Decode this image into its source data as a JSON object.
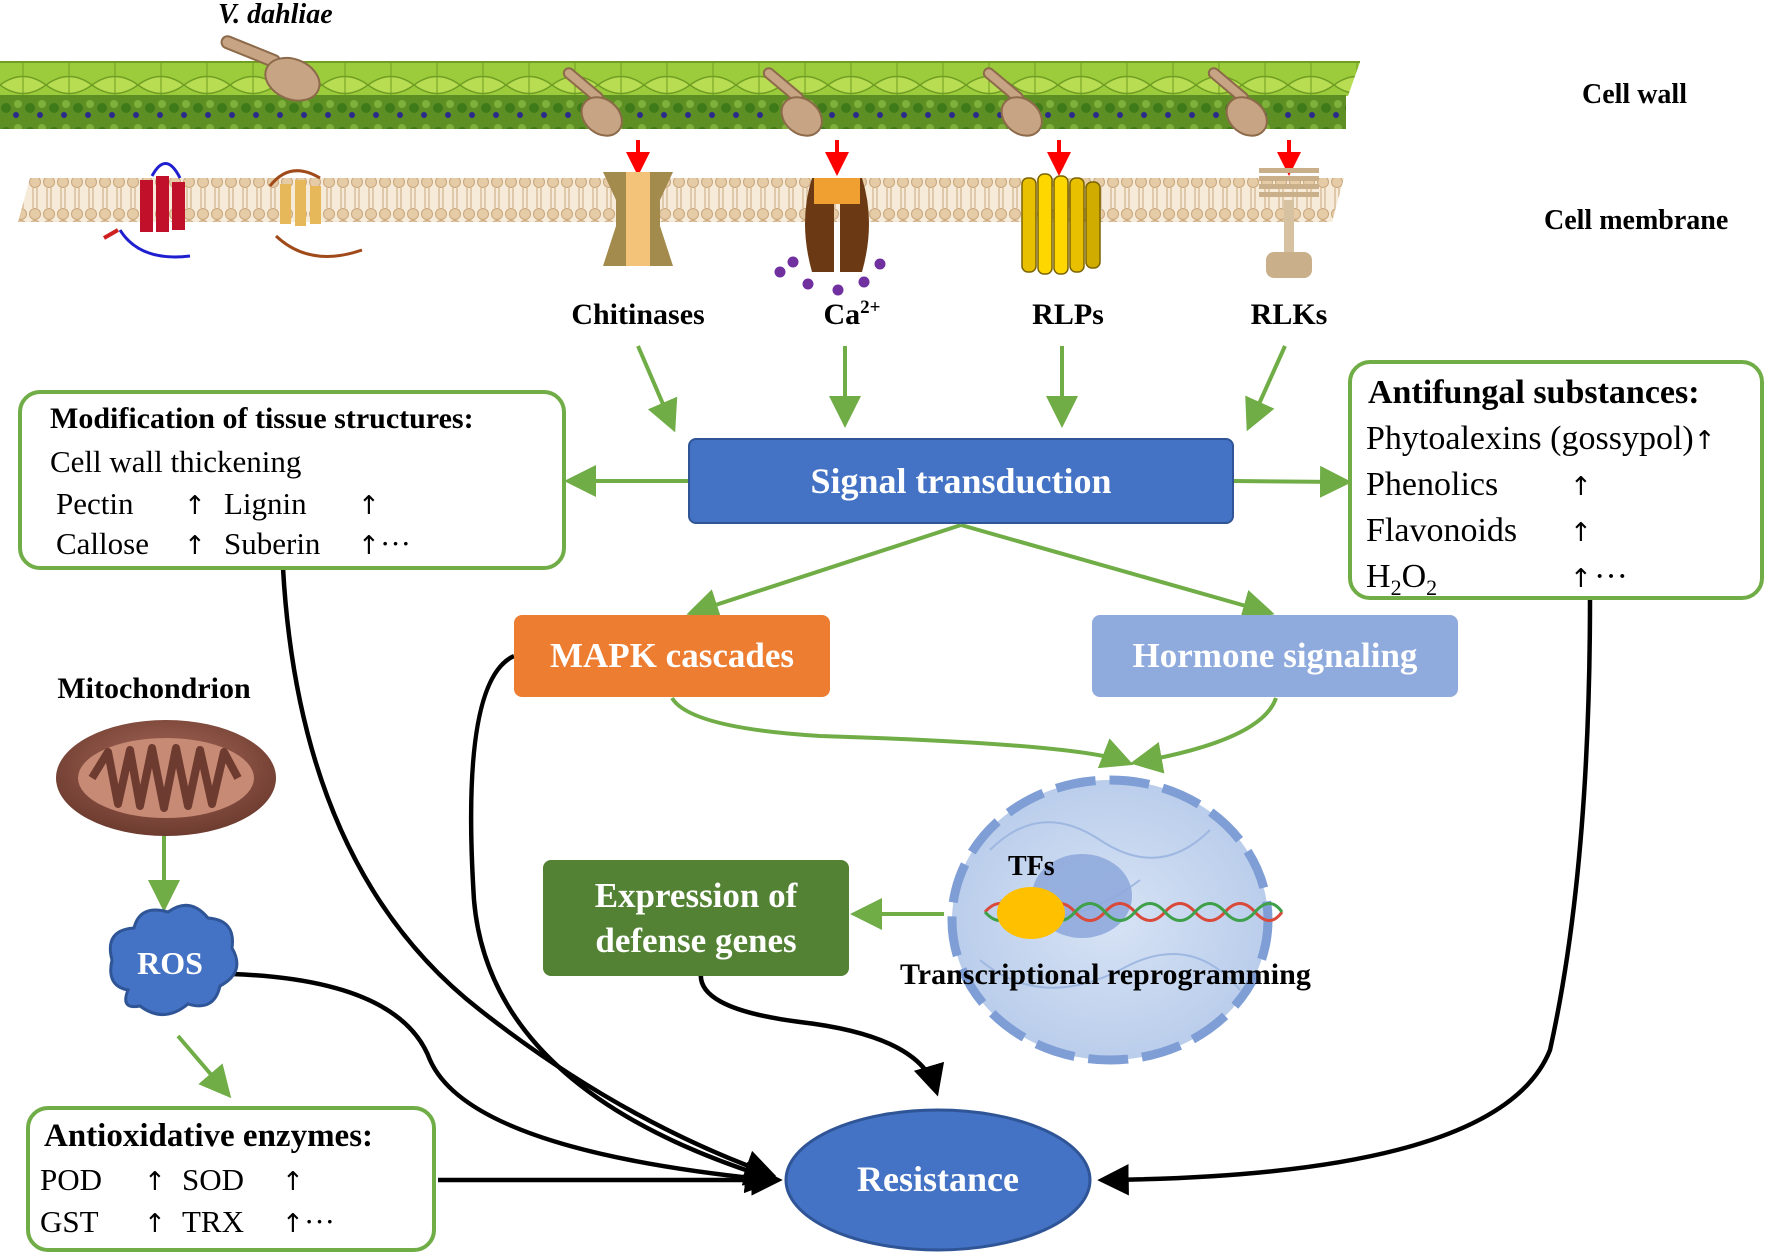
{
  "pathogen": "V. dahliae",
  "layers": {
    "cell_wall": "Cell wall",
    "cell_membrane": "Cell membrane"
  },
  "receptors": {
    "chitinases": "Chitinases",
    "calcium": "Ca",
    "calcium_sup": "2+",
    "rlps": "RLPs",
    "rlks": "RLKs"
  },
  "nodes": {
    "signal_transduction": "Signal transduction",
    "mapk": "MAPK cascades",
    "hormone": "Hormone signaling",
    "expression_line1": "Expression of",
    "expression_line2": "defense genes",
    "resistance": "Resistance",
    "ros": "ROS",
    "mitochondrion": "Mitochondrion",
    "tfs": "TFs",
    "transcriptional": "Transcriptional reprogramming"
  },
  "tissue_box": {
    "title": "Modification of tissue structures:",
    "line1": "Cell wall thickening",
    "pectin": "Pectin",
    "lignin": "Lignin",
    "callose": "Callose",
    "suberin": "Suberin",
    "up_arrow": "↑",
    "ellipsis": "···"
  },
  "antifungal_box": {
    "title": "Antifungal substances:",
    "phytoalexins": "Phytoalexins (gossypol)",
    "phenolics": "Phenolics",
    "flavonoids": "Flavonoids",
    "h2o2_h": "H",
    "h2o2_sub1": "2",
    "h2o2_o": "O",
    "h2o2_sub2": "2",
    "up_arrow": "↑",
    "ellipsis": "···"
  },
  "antiox_box": {
    "title": "Antioxidative enzymes:",
    "pod": "POD",
    "sod": "SOD",
    "gst": "GST",
    "trx": "TRX",
    "up_arrow": "↑",
    "ellipsis": "···"
  },
  "colors": {
    "green_arrow": "#70ad47",
    "red_arrow": "#ff0000",
    "blue_node": "#4472c4",
    "orange_node": "#ed7d31",
    "light_blue_node": "#8faadc",
    "dark_green_node": "#548235"
  }
}
